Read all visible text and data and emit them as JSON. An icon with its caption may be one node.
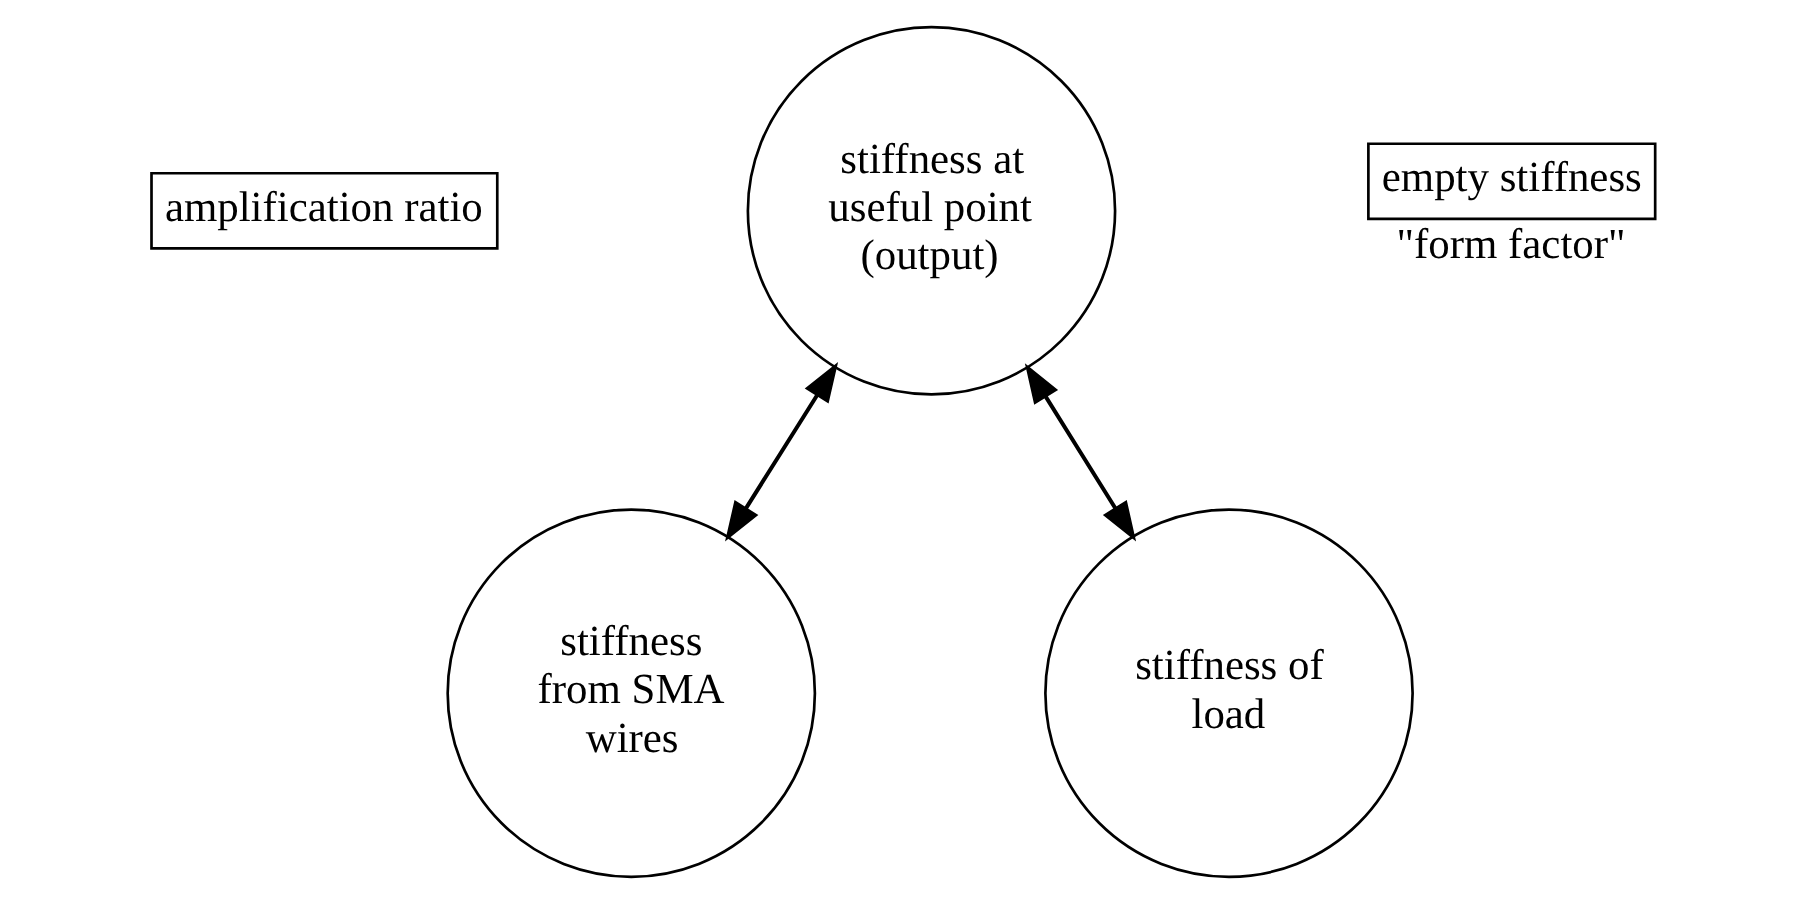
{
  "diagram": {
    "nodes": [
      {
        "text": [
          "amplification ratio"
        ]
      },
      {
        "text": [
          "stiffness at useful point (output)"
        ]
      },
      {
        "text": [
          "empty stiffness"
        ],
        "beside": [
          "\"form factor\""
        ]
      },
      {
        "text": [
          "stiffness from SMA wires"
        ]
      },
      {
        "text": [
          "stiffness of load"
        ]
      }
    ],
    "edges": [
      {
        "from": 1,
        "to": 3,
        "arrow": "both"
      },
      {
        "from": 1,
        "to": 4,
        "arrow": "both"
      }
    ]
  }
}
